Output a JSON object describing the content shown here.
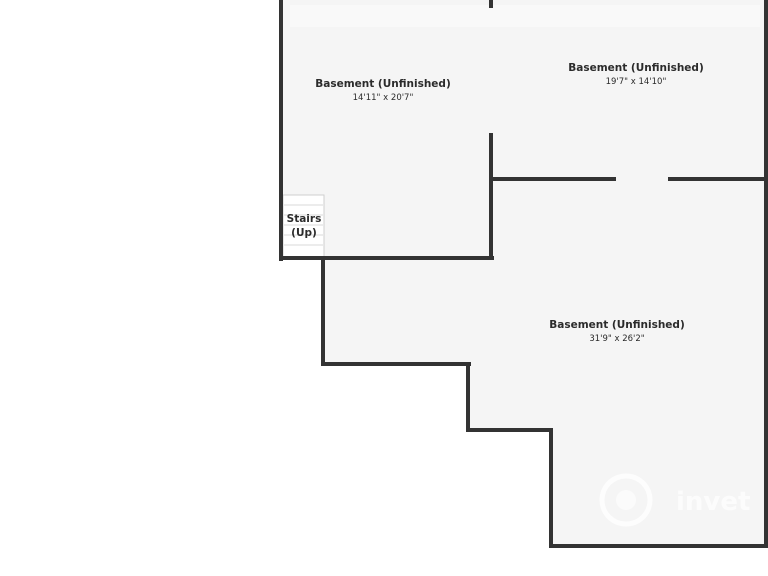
{
  "rooms": [
    {
      "name": "Basement (Unfinished)",
      "dimensions": "14'11\" x 20'7\""
    },
    {
      "name": "Basement (Unfinished)",
      "dimensions": "19'7\" x 14'10\""
    },
    {
      "name": "Basement (Unfinished)",
      "dimensions": "31'9\" x 26'2\""
    }
  ],
  "stairs": {
    "line1": "Stairs",
    "line2": "(Up)"
  },
  "watermark": {
    "text": "invet"
  },
  "colors": {
    "floor": "#f5f5f5",
    "wall": "#333333",
    "text": "#2b2b2b"
  }
}
